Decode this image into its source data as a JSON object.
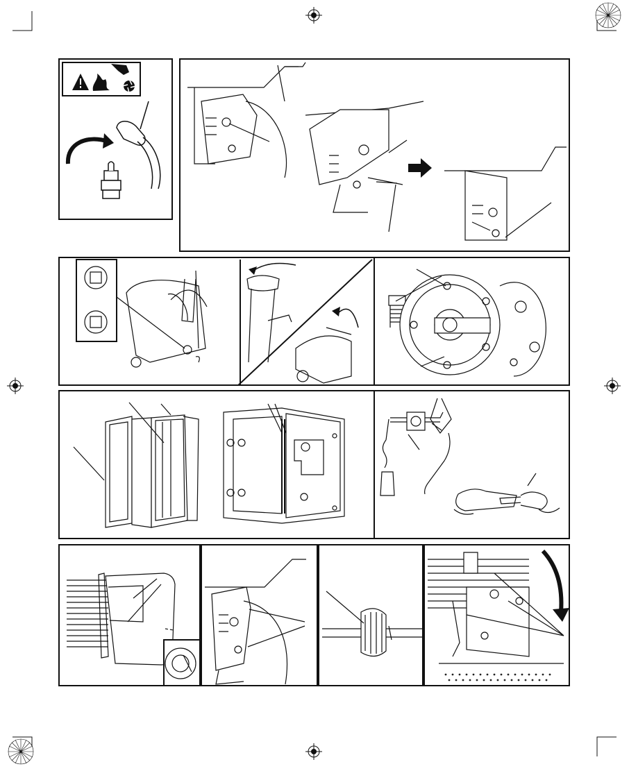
{
  "document": {
    "type": "manual-illustration-page",
    "colors": {
      "line": "#111111",
      "background": "#ffffff",
      "dots": "#222222"
    }
  },
  "panels": [
    {
      "id": "spark-plug-wire",
      "icons": [
        "warning-triangle-icon",
        "fire-icon",
        "hand-fan-hazard-icon",
        "rotate-arrow-icon"
      ]
    },
    {
      "id": "governor-linkage",
      "icons": [
        "push-arrow-icon"
      ]
    },
    {
      "id": "oil-drain-plug",
      "icons": [
        "rotate-arrow-icon"
      ]
    },
    {
      "id": "oil-fill-cap",
      "icons": [
        "rotate-arrow-icon"
      ]
    },
    {
      "id": "engine-flange-bolts",
      "icons": []
    },
    {
      "id": "air-filter-element",
      "icons": []
    },
    {
      "id": "air-filter-housing",
      "icons": []
    },
    {
      "id": "spark-plug-gap",
      "icons": []
    },
    {
      "id": "muffler-fuel-tank",
      "icons": []
    },
    {
      "id": "throttle-linkage",
      "icons": []
    },
    {
      "id": "shaft-coupling",
      "icons": []
    },
    {
      "id": "cooling-fins",
      "icons": [
        "rotate-arrow-icon"
      ]
    }
  ]
}
